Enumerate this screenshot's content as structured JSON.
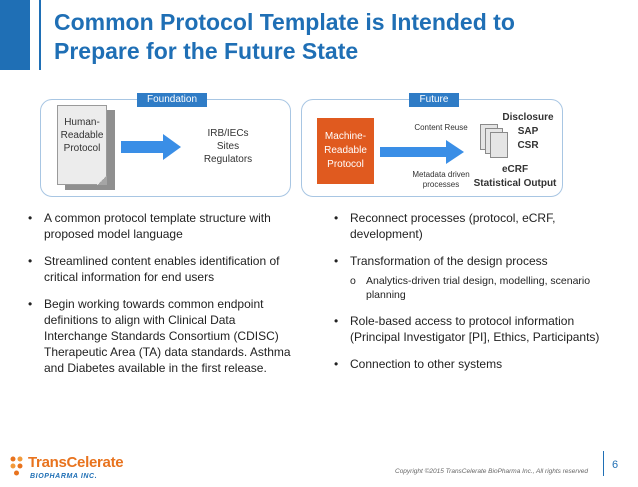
{
  "slide": {
    "title_line1": "Common Protocol Template is Intended to",
    "title_line2": "Prepare for the Future State"
  },
  "foundation": {
    "tag": "Foundation",
    "doc_lines": [
      "Human-",
      "Readable",
      "Protocol"
    ],
    "targets": [
      "IRB/IECs",
      "Sites",
      "Regulators"
    ]
  },
  "future": {
    "tag": "Future",
    "box_lines": [
      "Machine-",
      "Readable",
      "Protocol"
    ],
    "content_reuse": "Content Reuse",
    "metadata_lines": [
      "Metadata driven",
      "processes"
    ],
    "outputs_top": [
      "Disclosure",
      "SAP",
      "CSR"
    ],
    "outputs_bottom": [
      "eCRF",
      "Statistical Output"
    ]
  },
  "left_bullets": [
    "A common protocol template structure with proposed model language",
    "Streamlined content enables identification of critical information for end users",
    "Begin working towards common endpoint definitions to align with Clinical Data Interchange Standards Consortium (CDISC) Therapeutic Area (TA) data standards.  Asthma and Diabetes available in the first release."
  ],
  "right_bullets": [
    {
      "text": "Reconnect processes (protocol, eCRF, development)",
      "level": 1
    },
    {
      "text": "Transformation of the design process",
      "level": 1
    },
    {
      "text": "Analytics-driven trial design, modelling, scenario planning",
      "level": 2
    },
    {
      "text": "Role-based access to protocol information (Principal Investigator [PI], Ethics, Participants)",
      "level": 1
    },
    {
      "text": "Connection to other systems",
      "level": 1
    }
  ],
  "bullet_glyph": "•",
  "sub_bullet_glyph": "o",
  "footer": {
    "logo_name": "TransCelerate",
    "logo_sub": "BIOPHARMA INC.",
    "copyright": "Copyright ©2015 TransCelerate BioPharma Inc., All rights reserved",
    "page_number": "6"
  },
  "colors": {
    "accent": "#1f6fb5",
    "tag": "#2f7cc6",
    "machine_box": "#e05a1f",
    "arrow": "#3a8ee6",
    "logo_orange": "#e8731e"
  },
  "icons": {
    "right_arrow": "right-arrow-icon",
    "document": "document-icon",
    "document_stack": "document-stack-icon",
    "logo_mark": "transcelerate-logo-icon"
  }
}
